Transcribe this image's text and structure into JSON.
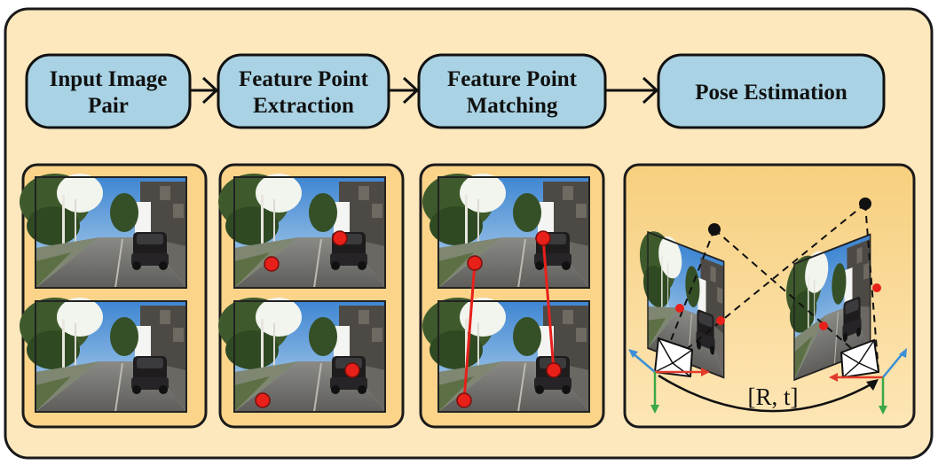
{
  "stages": [
    {
      "id": "input",
      "label_lines": [
        "Input Image",
        "Pair"
      ]
    },
    {
      "id": "extraction",
      "label_lines": [
        "Feature Point",
        "Extraction"
      ]
    },
    {
      "id": "matching",
      "label_lines": [
        "Feature Point",
        "Matching"
      ]
    },
    {
      "id": "pose",
      "label_lines": [
        "Pose Estimation"
      ]
    }
  ],
  "pose_label": "[R, t]",
  "colors": {
    "outer_fill": "#fde8bd",
    "stage_fill": "#a9d3e4",
    "feature_point": "#e8201a",
    "axis_red": "#e23b2b",
    "axis_green": "#3aa845",
    "axis_blue": "#3b8fd6"
  }
}
